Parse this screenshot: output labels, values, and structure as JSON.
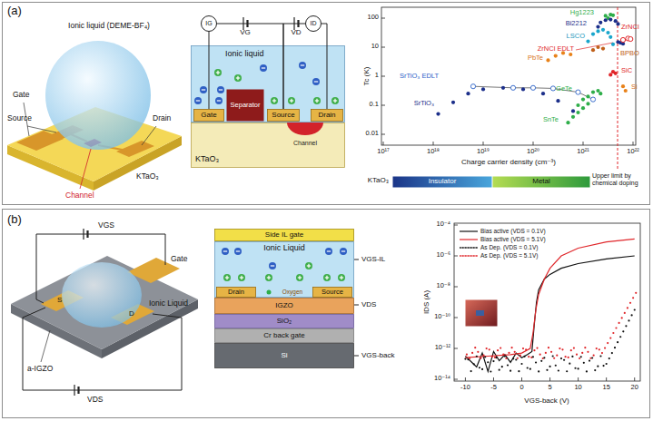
{
  "diagram": {
    "nodes": [
      {
        "text": [
          "IG"
        ]
      },
      {
        "text": [
          "ID"
        ]
      },
      {
        "text": [
          "Ionic liquid"
        ]
      },
      {
        "text": [
          "Gate"
        ],
        "in": 2
      },
      {
        "text": [
          "Separator"
        ],
        "in": 2
      },
      {
        "text": [
          "Source"
        ],
        "in": 2
      },
      {
        "text": [
          "Drain"
        ],
        "in": 2
      },
      {
        "text": [
          "KTaO₃"
        ]
      },
      {
        "text": [
          "Channel"
        ],
        "in": 7
      },
      {
        "text": [
          "Insulator"
        ]
      },
      {
        "text": [
          "Metal"
        ]
      },
      {
        "text": [
          "Side IL gate"
        ]
      },
      {
        "text": [
          "Ionic Liquid"
        ]
      },
      {
        "text": [
          "Drain"
        ],
        "in": 12
      },
      {
        "text": [
          "Source"
        ],
        "in": 12
      },
      {
        "text": [
          "IGZO"
        ]
      },
      {
        "text": [
          "SiO₂"
        ]
      },
      {
        "text": [
          "Cr back gate"
        ]
      },
      {
        "text": [
          "Si"
        ]
      }
    ],
    "edges": [
      {
        "from": 3,
        "to": 0,
        "arrow": "none"
      },
      {
        "from": 0,
        "to": 5,
        "arrow": "none"
      },
      {
        "from": 5,
        "to": 1,
        "arrow": "none"
      },
      {
        "from": 1,
        "to": 6,
        "arrow": "none"
      }
    ],
    "labels": [
      "(a)",
      "Ionic liquid (DEME-BF₄)",
      "Gate",
      "Source",
      "Drain",
      "Channel",
      "KTaO₃",
      "VG",
      "VD",
      "Hg1223",
      "Bi2212",
      "ZrNCl",
      "ZrNCl EDLT",
      "LSCO",
      "PbTe",
      "BPBO",
      "SrTiO₃ EDLT",
      "SrTiO₃",
      "SiC",
      "GeTe",
      "Si",
      "SnTe",
      "100",
      "10",
      "1",
      "0.1",
      "0.01",
      "10¹⁷",
      "10¹⁸",
      "10¹⁹",
      "10²⁰",
      "10²¹",
      "10²²",
      "Tc (K)",
      "Charge carrier density (cm⁻³)",
      "KTaO₃",
      "Upper limit by chemical doping",
      "(b)",
      "VGS",
      "Gate",
      "Ionic Liquid",
      "a-IGZO",
      "VDS",
      "S",
      "D",
      "Oxygen",
      "VGS-IL",
      "VDS",
      "VGS-back",
      "10⁻⁴",
      "10⁻⁶",
      "10⁻⁸",
      "10⁻¹⁰",
      "10⁻¹²",
      "10⁻¹⁴",
      "-10",
      "-5",
      "0",
      "5",
      "10",
      "15",
      "20",
      "IDS (A)",
      "VGS-back (V)"
    ],
    "legend": [
      {
        "text": "Bias active (VDS = 0.1V)"
      },
      {
        "text": "Bias active (VDS = 5.1V)"
      },
      {
        "text": "As Dep. (VDS = 0.1V)"
      },
      {
        "text": "As Dep. (VDS = 5.1V)"
      }
    ]
  }
}
